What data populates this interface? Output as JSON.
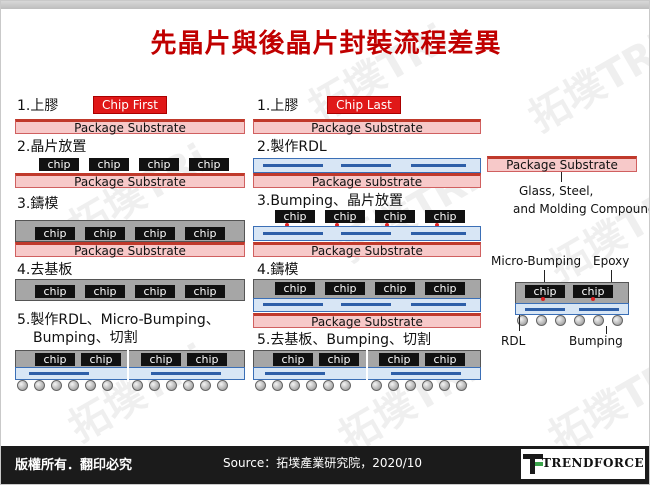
{
  "title": "先晶片與後晶片封裝流程差異",
  "chip_label": "chip",
  "substrate_label": "Package Substrate",
  "substrate_label_lower": "Package substrate",
  "chip_first": {
    "badge": "Chip First",
    "steps": [
      "1.上膠",
      "2.晶片放置",
      "3.鑄模",
      "4.去基板",
      "5.製作RDL、Micro-Bumping、",
      "Bumping、切割"
    ]
  },
  "chip_last": {
    "badge": "Chip Last",
    "steps": [
      "1.上膠",
      "2.製作RDL",
      "3.Bumping、晶片放置",
      "4.鑄模",
      "5.去基板、Bumping、切割"
    ]
  },
  "legend": {
    "substrate": "Package Substrate",
    "materials_line1": "Glass, Steel,",
    "materials_line2": "and Molding Compound",
    "micro_bumping": "Micro-Bumping",
    "epoxy": "Epoxy",
    "rdl": "RDL",
    "bumping": "Bumping"
  },
  "watermark": "拓墣TRi",
  "footer": {
    "left": "版權所有．翻印必究",
    "source": "Source：拓墣產業研究院，2020/10",
    "logo": "TRENDFORCE"
  }
}
